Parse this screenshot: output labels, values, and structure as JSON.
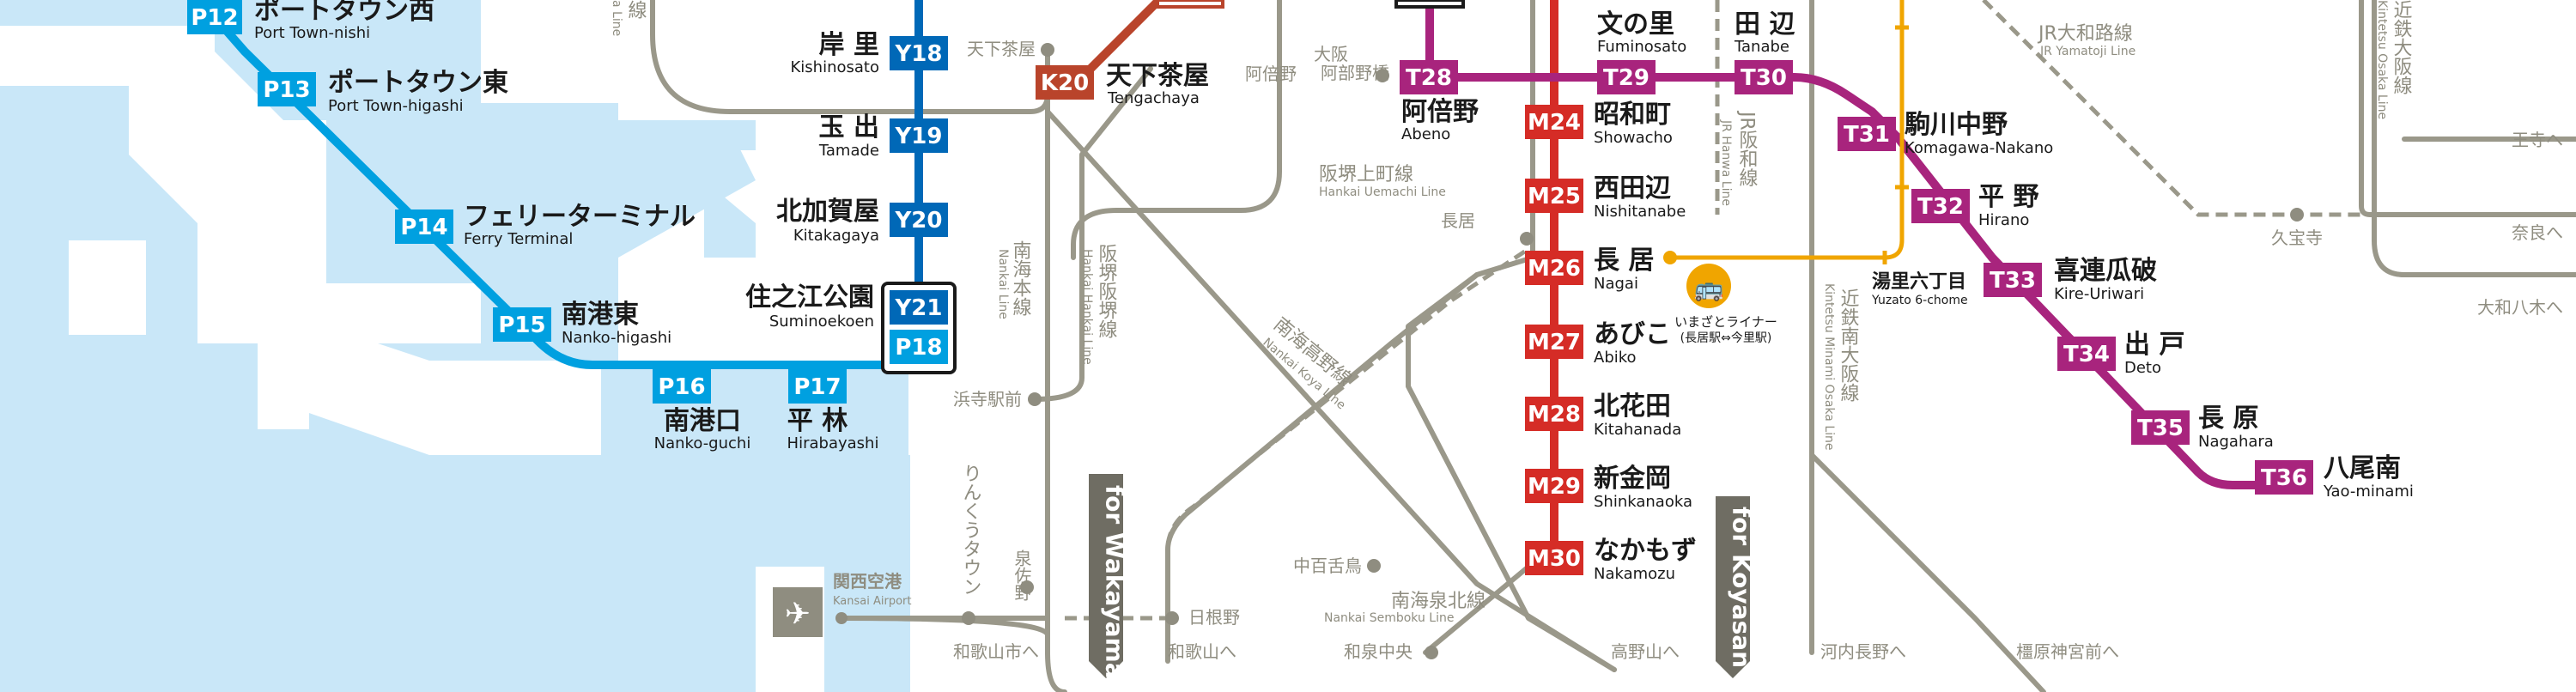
{
  "colors": {
    "water": "#c9e7f8",
    "land": "#ffffff",
    "grey_line": "#9a988a",
    "yotsubashi": "#0068b7",
    "new_tram": "#00a0e0",
    "sakaisuji": "#b9442b",
    "midosuji": "#d52c26",
    "tanimachi": "#a8247d",
    "imazato_bus": "#f0a500",
    "station_text": "#1a1a1a",
    "line_text": "#8f8d80"
  },
  "stations": {
    "P12": {
      "code": "P12",
      "ja": "ポートタウン西",
      "en": "Port Town-nishi"
    },
    "P13": {
      "code": "P13",
      "ja": "ポートタウン東",
      "en": "Port Town-higashi"
    },
    "P14": {
      "code": "P14",
      "ja": "フェリーターミナル",
      "en": "Ferry Terminal"
    },
    "P15": {
      "code": "P15",
      "ja": "南港東",
      "en": "Nanko-higashi"
    },
    "P16": {
      "code": "P16",
      "ja": "南港口",
      "en": "Nanko-guchi"
    },
    "P17": {
      "code": "P17",
      "ja": "平 林",
      "en": "Hirabayashi"
    },
    "Y18": {
      "code": "Y18",
      "ja": "岸 里",
      "en": "Kishinosato"
    },
    "Y19": {
      "code": "Y19",
      "ja": "玉 出",
      "en": "Tamade"
    },
    "Y20": {
      "code": "Y20",
      "ja": "北加賀屋",
      "en": "Kitakagaya"
    },
    "Y21": {
      "code": "Y21",
      "code2": "P18",
      "ja": "住之江公園",
      "en": "Suminoekoen"
    },
    "K20": {
      "code": "K20",
      "ja": "天下茶屋",
      "en": "Tengachaya"
    },
    "T28": {
      "code": "T28",
      "ja": "阿倍野",
      "en": "Abeno"
    },
    "T29": {
      "code": "T29",
      "ja": "文の里",
      "en": "Fuminosato"
    },
    "T30": {
      "code": "T30",
      "ja": "田 辺",
      "en": "Tanabe"
    },
    "T31": {
      "code": "T31",
      "ja": "駒川中野",
      "en": "Komagawa-Nakano"
    },
    "T32": {
      "code": "T32",
      "ja": "平 野",
      "en": "Hirano"
    },
    "T33": {
      "code": "T33",
      "ja": "喜連瓜破",
      "en": "Kire-Uriwari"
    },
    "T34": {
      "code": "T34",
      "ja": "出 戸",
      "en": "Deto"
    },
    "T35": {
      "code": "T35",
      "ja": "長 原",
      "en": "Nagahara"
    },
    "T36": {
      "code": "T36",
      "ja": "八尾南",
      "en": "Yao-minami"
    },
    "M24": {
      "code": "M24",
      "ja": "昭和町",
      "en": "Showacho"
    },
    "M25": {
      "code": "M25",
      "ja": "西田辺",
      "en": "Nishitanabe"
    },
    "M26": {
      "code": "M26",
      "ja": "長 居",
      "en": "Nagai"
    },
    "M27": {
      "code": "M27",
      "ja": "あびこ",
      "en": "Abiko"
    },
    "M28": {
      "code": "M28",
      "ja": "北花田",
      "en": "Kitahanada"
    },
    "M29": {
      "code": "M29",
      "ja": "新金岡",
      "en": "Shinkanaoka"
    },
    "M30": {
      "code": "M30",
      "ja": "なかもず",
      "en": "Nakamozu"
    }
  },
  "other_stations": {
    "tengachaya_jp": "天下茶屋",
    "abenobashi_1": "大阪",
    "abenobashi_2": "阿部野橋",
    "abeno_jp": "阿倍野",
    "nagai_jp": "長居",
    "hamaderaekimae": "浜寺駅前",
    "izumisano": "泉佐野",
    "hinenoe": "日根野",
    "nakamozu_jp": "中百舌鳥",
    "izumichuo": "和泉中央",
    "kubouji": "久宝寺",
    "yuzato_ja": "湯里六丁目",
    "yuzato_en": "Yuzato 6-chome",
    "kansai_airport_ja": "関西空港",
    "kansai_airport_en": "Kansai Airport"
  },
  "line_labels": {
    "hankai_uemachi_ja": "阪堺上町線",
    "hankai_uemachi_en": "Hankai Uemachi Line",
    "nankai_main_ja": "南海本線",
    "nankai_main_en": "Nankai Line",
    "hankai_hankai_ja": "阪堺阪堺線",
    "hankai_hankai_en": "Hankai Hankai Line",
    "nankai_koya_ja": "南海高野線",
    "nankai_koya_en": "Nankai Koya Line",
    "jr_hanwa_ja": "JR阪和線",
    "jr_hanwa_en": "JR Hanwa Line",
    "kintetsu_minami_osaka_ja": "近鉄南大阪線",
    "kintetsu_minami_osaka_en": "Kintetsu Minami Osaka Line",
    "jr_yamatoji_ja": "JR大和路線",
    "jr_yamatoji_en": "JR Yamatoji Line",
    "kintetsu_osaka_ja": "近鉄大阪線",
    "kintetsu_osaka_en": "Kintetsu Osaka Line",
    "nankai_semboku_ja": "南海泉北線",
    "nankai_semboku_en": "Nankai Semboku Line",
    "rinku_town": "りんくうタウン",
    "top_fragment_1": "線",
    "top_fragment_2": "a Line"
  },
  "destinations": {
    "for_wakayama": "for Wakayama",
    "for_koyasan": "for Koyasan",
    "to_wakayamashi": "和歌山市へ",
    "to_wakayama": "和歌山へ",
    "to_koyasan": "高野山へ",
    "to_kawachinagano": "河内長野へ",
    "to_kashiharajingumae": "橿原神宮前へ",
    "to_ojiji": "王寺へ",
    "to_nara": "奈良へ",
    "to_yamatoyagi": "大和八木へ"
  },
  "bus": {
    "name": "いまざとライナー",
    "route": "(長居駅⇔今里駅)"
  }
}
